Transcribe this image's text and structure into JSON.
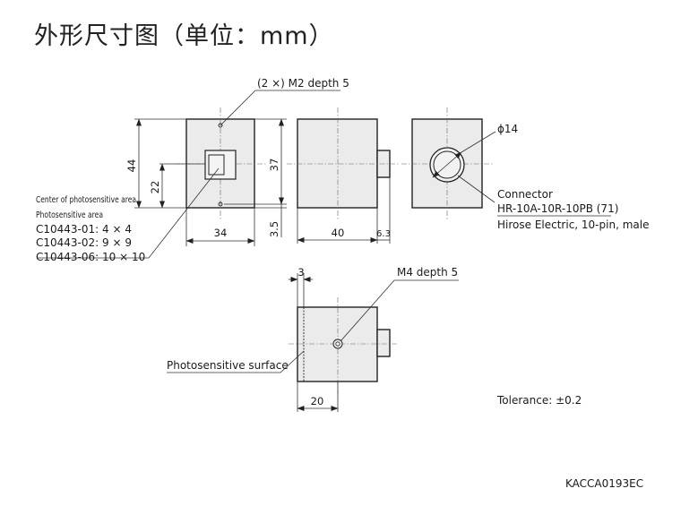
{
  "title": "外形尺寸图（单位：mm）",
  "labels": {
    "thread_top": "(2 ×) M2 depth 5",
    "phi14": "ϕ14",
    "connector": "Connector",
    "connector_model": "HR-10A-10R-10PB (71)",
    "connector_maker": "Hirose Electric, 10-pin, male",
    "center_area": "Center of photosensitive area",
    "photo_area": "Photosensitive area",
    "model_01": "C10443-01: 4 × 4",
    "model_02": "C10443-02: 9 × 9",
    "model_06": "C10443-06: 10 × 10",
    "m4_depth": "M4 depth 5",
    "photo_surface": "Photosensitive surface",
    "tolerance": "Tolerance: ±0.2",
    "drawing_code": "KACCA0193EC"
  },
  "dimensions": {
    "d44": "44",
    "d22": "22",
    "d34": "34",
    "d37": "37",
    "d3_5": "3.5",
    "d40": "40",
    "d6_3": "6.3",
    "d3": "3",
    "d20": "20"
  }
}
